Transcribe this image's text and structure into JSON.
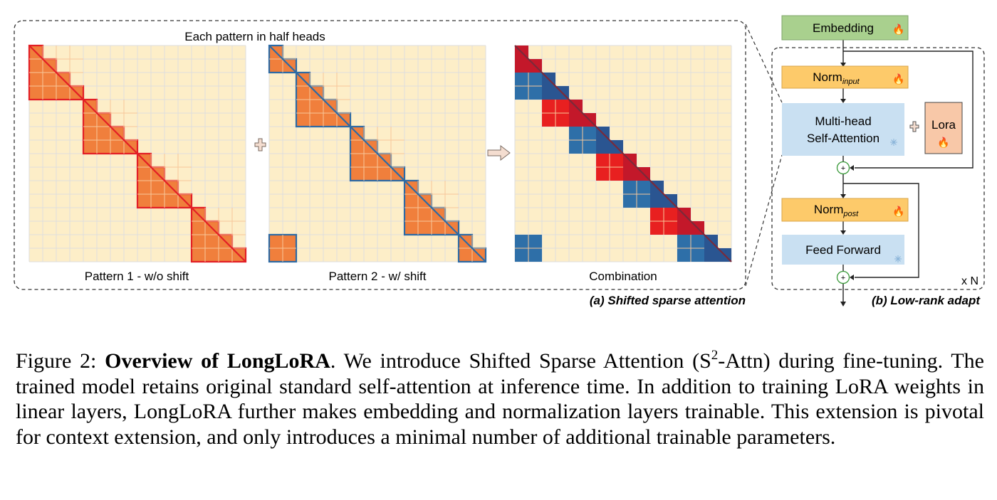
{
  "panel_a": {
    "heading": "Each pattern in half heads",
    "pattern1_label": "Pattern 1 - w/o shift",
    "pattern2_label": "Pattern 2 - w/ shift",
    "combination_label": "Combination",
    "plus_symbol": "+",
    "arrow_symbol": "⇨",
    "subcaption": "(a) Shifted sparse attention",
    "grid_size": 16,
    "group_size": 4,
    "shift": 2,
    "colors": {
      "cell": "#fdeec8",
      "grid_line": "#dedede",
      "block_fill": "#f07f3c",
      "pattern1_border": "#e21f26",
      "pattern2_border": "#2c6aa5",
      "combo_red": "#e82020",
      "combo_red_diag": "#c3182a",
      "combo_blue": "#2e6fa8",
      "combo_blue_diag": "#2a5591"
    }
  },
  "panel_b": {
    "embedding": "Embedding",
    "norm_input": "Norm",
    "norm_input_sub": "input",
    "mhsa_line1": "Multi-head",
    "mhsa_line2": "Self-Attention",
    "lora": "Lora",
    "norm_post": "Norm",
    "norm_post_sub": "post",
    "feed_forward": "Feed Forward",
    "repeat": "x N",
    "residual_symbol": "+",
    "plus_symbol": "+",
    "trainable_icon": "flame-icon",
    "frozen_icon": "snowflake-icon",
    "subcaption": "(b) Low-rank adapt",
    "colors": {
      "embedding": "#a9d08e",
      "norm": "#fdca6a",
      "blue_block": "#c9e0f2",
      "lora": "#f8c8a8",
      "residual": "#3a9a3a"
    }
  },
  "caption": {
    "prefix": "Figure 2: ",
    "bold": "Overview of LongLoRA",
    "part1": ". We introduce Shifted Sparse Attention (S",
    "sup": "2",
    "part2": "-Attn) during fine-tuning. The trained model retains original standard self-attention at inference time. In addition to training LoRA weights in linear layers, LongLoRA further makes embedding and normalization layers trainable. This extension is pivotal for context extension, and only introduces a minimal number of additional trainable parameters."
  }
}
